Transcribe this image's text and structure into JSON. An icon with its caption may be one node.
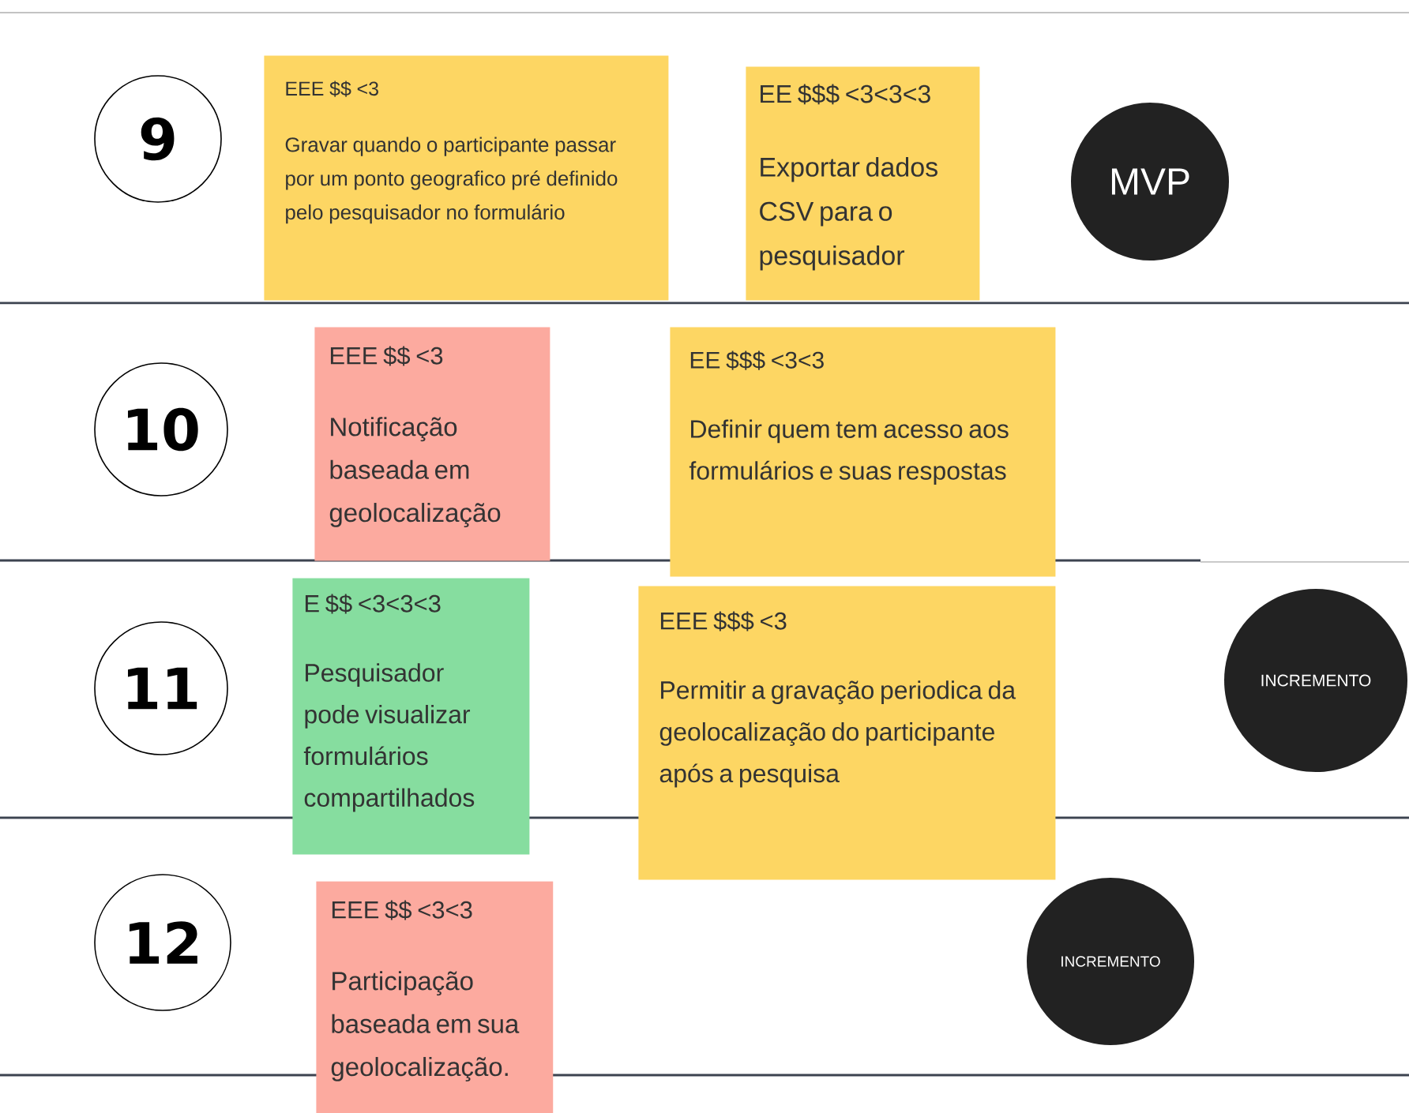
{
  "diagram": {
    "nodes": [
      {
        "text": [
          "9"
        ]
      },
      {
        "text": [
          "EEE $$ <3",
          "Gravar quando o participante passar por um ponto geografico pré definido pelo pesquisador no formulário"
        ]
      },
      {
        "text": [
          "EE $$$ <3<3<3",
          "Exportar dados CSV para o pesquisador"
        ]
      },
      {
        "text": [
          "MVP"
        ]
      },
      {
        "text": [
          "10"
        ]
      },
      {
        "text": [
          "EEE $$ <3",
          "Notificação baseada em geolocalização"
        ]
      },
      {
        "text": [
          "EE $$$ <3<3",
          "Definir quem tem acesso aos formulários e suas respostas"
        ]
      },
      {
        "text": [
          "11"
        ]
      },
      {
        "text": [
          "E $$ <3<3<3",
          "Pesquisador pode visualizar formulários compartilhados"
        ]
      },
      {
        "text": [
          "EEE $$$ <3",
          "Permitir a gravação periodica da geolocalização do participante após a pesquisa"
        ]
      },
      {
        "text": [
          "INCREMENTO"
        ]
      },
      {
        "text": [
          "12"
        ]
      },
      {
        "text": [
          "EEE $$ <3<3",
          "Participação baseada em sua geolocalização."
        ]
      },
      {
        "text": [
          "INCREMENTO"
        ]
      }
    ]
  }
}
